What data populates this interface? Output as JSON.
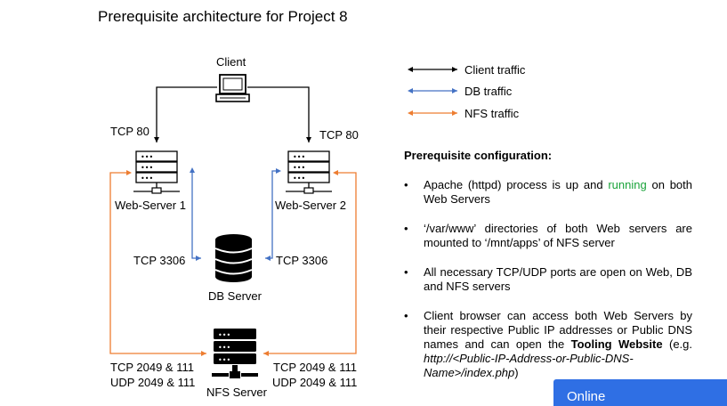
{
  "title": "Prerequisite architecture for Project 8",
  "nodes": {
    "client": "Client",
    "web1": "Web-Server 1",
    "web2": "Web-Server 2",
    "db": "DB Server",
    "nfs": "NFS Server"
  },
  "ports": {
    "tcp80_left": "TCP 80",
    "tcp80_right": "TCP 80",
    "tcp3306_left": "TCP 3306",
    "tcp3306_right": "TCP 3306",
    "nfs_left_1": "TCP 2049 & 111",
    "nfs_left_2": "UDP 2049 & 111",
    "nfs_right_1": "TCP 2049 & 111",
    "nfs_right_2": "UDP 2049 & 111"
  },
  "legend": {
    "client": "Client traffic",
    "db": "DB traffic",
    "nfs": "NFS traffic"
  },
  "colors": {
    "client": "#000000",
    "db": "#4472c4",
    "nfs": "#ed7d31"
  },
  "config": {
    "heading": "Prerequisite configuration:",
    "bullet_char": "•",
    "b1_pre": "Apache (httpd) process is up and ",
    "b1_green": "running",
    "b1_post": " on both Web Servers",
    "b2": "‘/var/www’ directories of both Web servers are mounted to ‘/mnt/apps’ of NFS server",
    "b3": "All necessary TCP/UDP ports are open on Web, DB and NFS servers",
    "b4_pre": "Client browser can access both Web Servers by their respective Public IP addresses or Public DNS names and can open the ",
    "b4_bold": "Tooling Website",
    "b4_mid": " (e.g. ",
    "b4_italic": "http://<Public-IP-Address-or-Public-DNS-Name>/index.php",
    "b4_post": ")"
  },
  "online_badge": "Online"
}
